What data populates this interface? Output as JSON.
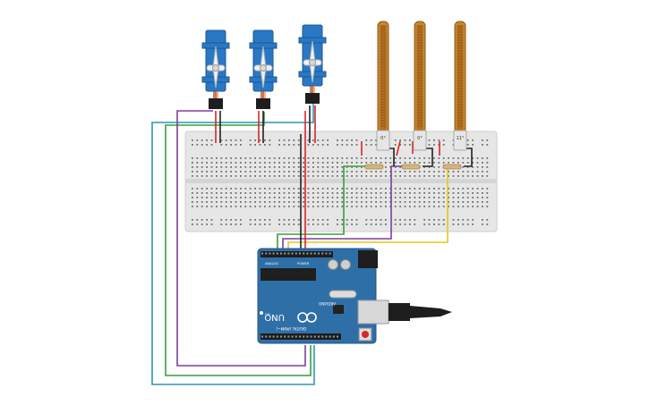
{
  "servos": [
    {
      "id": "servo-1"
    },
    {
      "id": "servo-2"
    },
    {
      "id": "servo-3"
    }
  ],
  "flex_sensors": [
    {
      "id": "flex-1",
      "angle_label": "0°"
    },
    {
      "id": "flex-2",
      "angle_label": "0°"
    },
    {
      "id": "flex-3",
      "angle_label": "11°"
    }
  ],
  "arduino": {
    "model_label": "UNO",
    "brand_label": "ARDUINO",
    "digital_header_label": "DIGITAL (PWM~)",
    "analog_header_label": "ANALOG",
    "power_header_label": "POWER",
    "on_label": "ON"
  },
  "wire_colors": {
    "red": "#d8262b",
    "black": "#222222",
    "green": "#3a9e3a",
    "purple": "#7b3fa0",
    "yellow": "#e8c51b",
    "teal": "#2b97b0"
  },
  "colors": {
    "board": "#2f6fa8",
    "servo": "#2a78c4",
    "breadboard": "#e4e4e4",
    "flex": "#c9852e"
  }
}
